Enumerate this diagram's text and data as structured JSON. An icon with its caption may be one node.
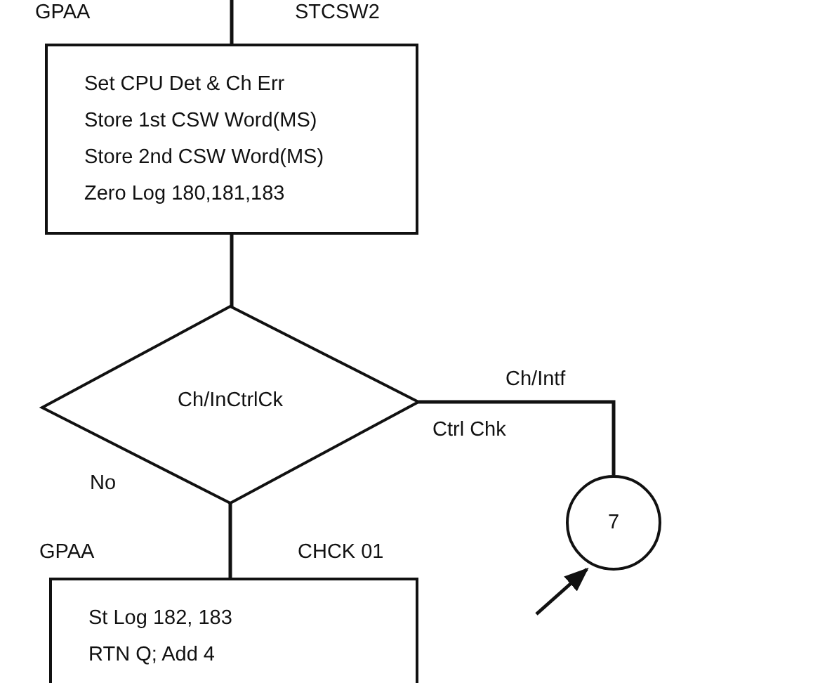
{
  "diagram": {
    "nodes": [
      {
        "text": [
          "Set CPU Det & Ch Err",
          "Store 1st CSW Word(MS)",
          "Store 2nd CSW Word(MS)",
          "Zero Log 180,181,183"
        ],
        "beside": [
          "GPAA",
          "STCSW2"
        ]
      },
      {
        "text": [
          "Ch/InCtrlCk"
        ]
      },
      {
        "text": [
          "7"
        ]
      },
      {
        "text": [
          "St Log 182, 183",
          "RTN Q; Add 4"
        ],
        "beside": [
          "GPAA",
          "CHCK 01"
        ]
      }
    ],
    "edges": [
      {
        "from": null,
        "to": 0,
        "arrow": "none"
      },
      {
        "from": 0,
        "to": 1,
        "arrow": "none"
      },
      {
        "from": 1,
        "to": 2,
        "arrow": "none",
        "label": "Ch/Intf"
      },
      {
        "from": 1,
        "to": 3,
        "arrow": "none"
      },
      {
        "from": null,
        "to": 2,
        "arrow": "to"
      }
    ],
    "labels": [
      "Ctrl Chk",
      "No"
    ]
  }
}
